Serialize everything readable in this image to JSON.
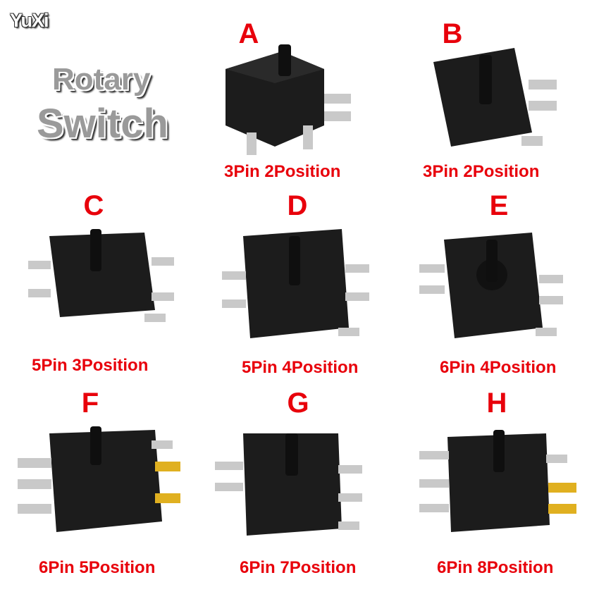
{
  "brand": "YuXi",
  "title": {
    "line1": "Rotary",
    "line2": "Switch"
  },
  "colors": {
    "label_red": "#e8000b",
    "switch_body": "#1c1c1c",
    "terminal_silver": "#c9c9c9",
    "terminal_gold": "#e0b020"
  },
  "items": [
    {
      "letter": "A",
      "caption": "3Pin 2Position"
    },
    {
      "letter": "B",
      "caption": "3Pin 2Position"
    },
    {
      "letter": "C",
      "caption": "5Pin 3Position"
    },
    {
      "letter": "D",
      "caption": "5Pin 4Position"
    },
    {
      "letter": "E",
      "caption": "6Pin 4Position"
    },
    {
      "letter": "F",
      "caption": "6Pin 5Position"
    },
    {
      "letter": "G",
      "caption": "6Pin 7Position"
    },
    {
      "letter": "H",
      "caption": "6Pin 8Position"
    }
  ]
}
